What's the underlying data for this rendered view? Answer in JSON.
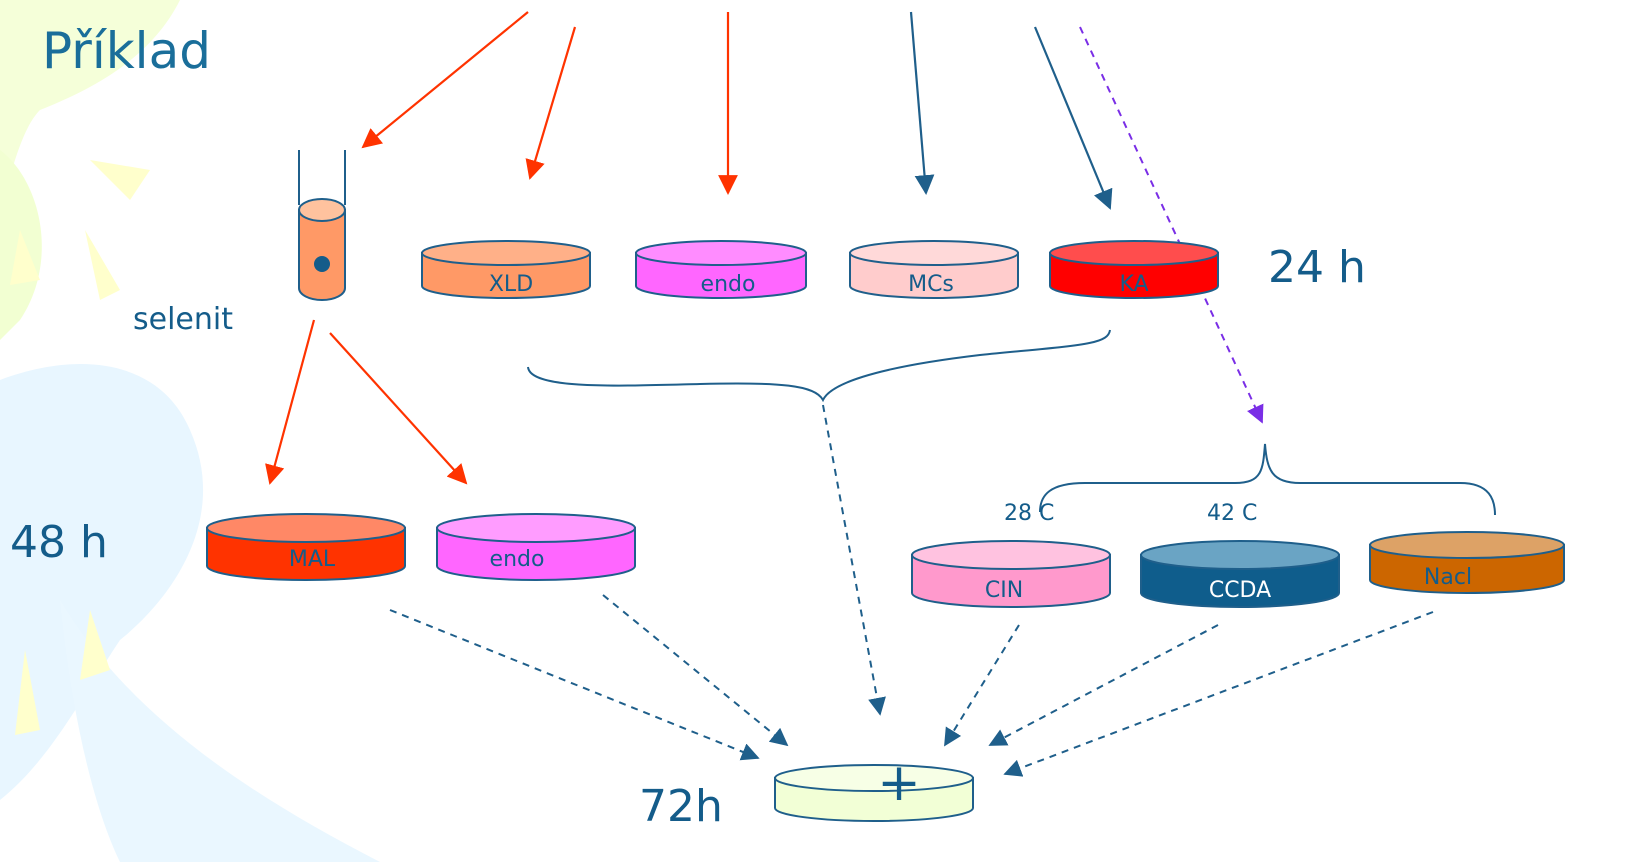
{
  "title": "Příklad",
  "tube_label": "selenit",
  "time_labels": {
    "t24": "24 h",
    "t48": "48 h",
    "t72": "72h"
  },
  "temps": {
    "t28": "28 C",
    "t42": "42 C"
  },
  "plates": {
    "xld": "XLD",
    "endo_top": "endo",
    "mcs": "MCs",
    "ka": "KA",
    "mal": "MAL",
    "endo_bottom": "endo",
    "cin": "CIN",
    "ccda": "CCDA",
    "nacl": "Nacl",
    "result": "+"
  },
  "colors": {
    "text": "#145c8a",
    "red_arrow": "#ff3300",
    "blue_arrow": "#1f5f8b",
    "purple_arrow": "#7a2ee6",
    "xld": "#ff9966",
    "endo": "#ff66ff",
    "mcs": "#ffcccc",
    "ka": "#ff0000",
    "mal": "#ff3300",
    "cin": "#ff99cc",
    "ccda": "#0f5d8c",
    "nacl": "#cc6600",
    "result": "#f2ffd6"
  }
}
